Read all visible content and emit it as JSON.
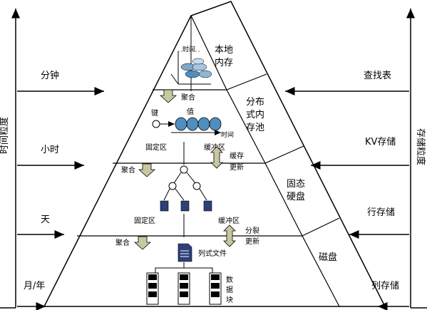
{
  "left_axis": {
    "title": "时间粒度",
    "levels": [
      "分钟",
      "小时",
      "天",
      "月/年"
    ]
  },
  "right_axis": {
    "title": "存储粒度",
    "levels": [
      "查找表",
      "KV存储",
      "行存储",
      "列存储"
    ]
  },
  "tiers": {
    "local_memory": [
      "本地",
      "内存"
    ],
    "distributed_pool": [
      "分布",
      "式内",
      "存池"
    ],
    "ssd": [
      "固态",
      "硬盘"
    ],
    "disk": "磁盘"
  },
  "inner": {
    "time_label_top": "时间",
    "aggregate": "聚合",
    "key": "键",
    "value": "值",
    "time_label_mid": "时间",
    "fixed_zone": "固定区",
    "buffer_zone": "缓冲区",
    "cache_update": [
      "缓存",
      "更新"
    ],
    "split_update": [
      "分裂",
      "更新"
    ],
    "columnar_file": "列式文件",
    "data_block": [
      "数",
      "据",
      "块"
    ]
  }
}
